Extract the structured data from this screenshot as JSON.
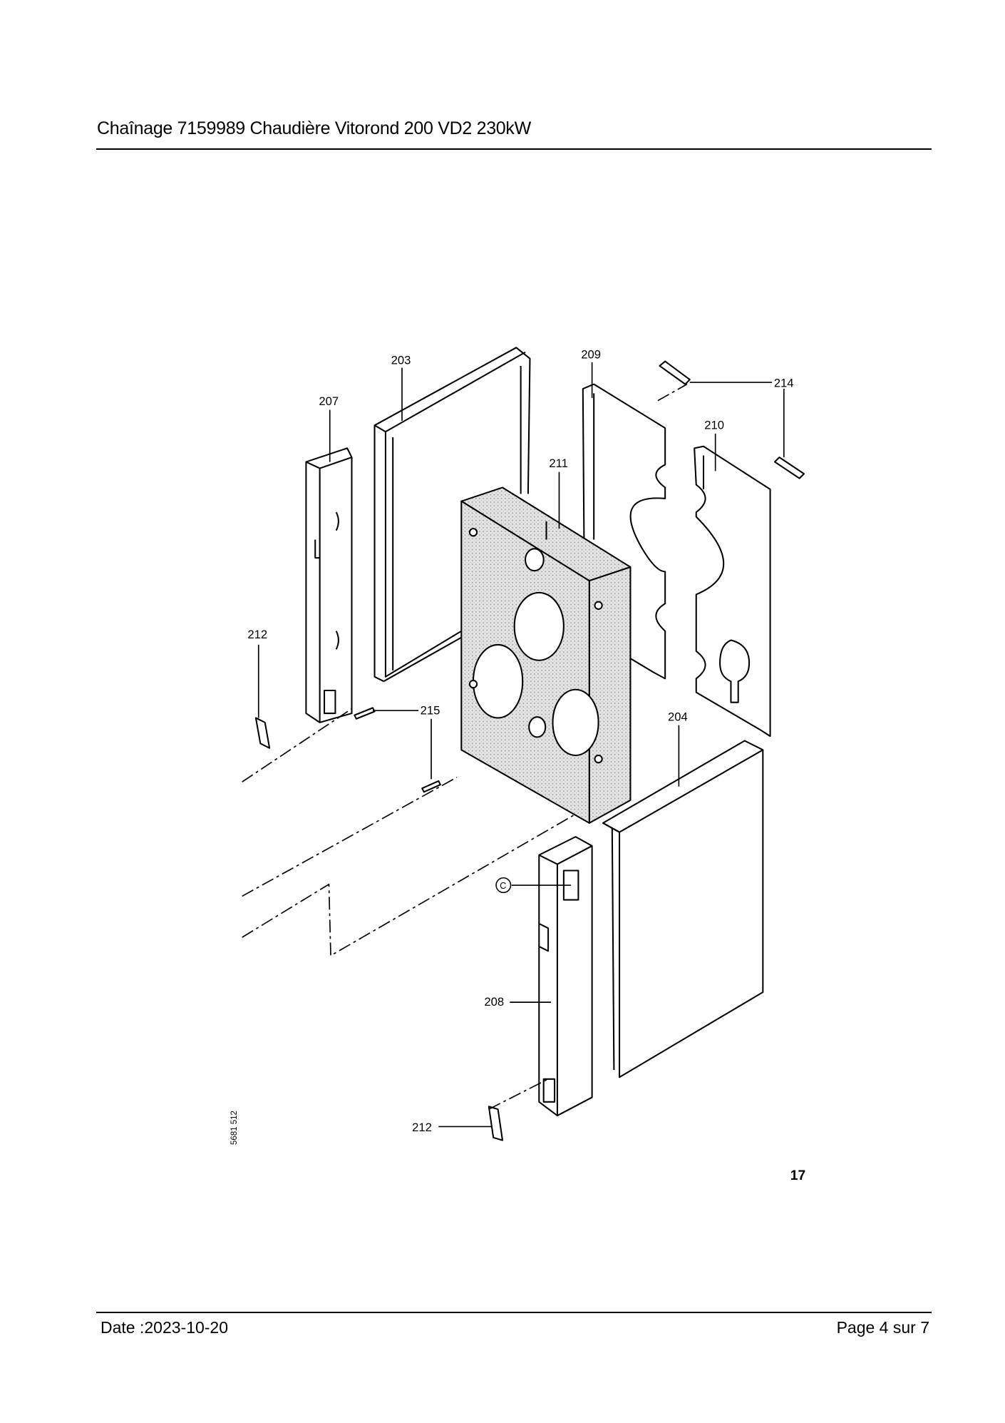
{
  "header": {
    "title": "Chaînage 7159989 Chaudière Vitorond 200 VD2 230kW"
  },
  "drawing": {
    "labels": {
      "p203": "203",
      "p209": "209",
      "p214": "214",
      "p207": "207",
      "p210": "210",
      "p211": "211",
      "p212a": "212",
      "p215": "215",
      "p204": "204",
      "p208": "208",
      "p212b": "212",
      "callout_c": "C"
    },
    "drawing_number": "5681 512",
    "figure_number": "17"
  },
  "footer": {
    "date": "Date :2023-10-20",
    "page": "Page 4 sur  7"
  }
}
